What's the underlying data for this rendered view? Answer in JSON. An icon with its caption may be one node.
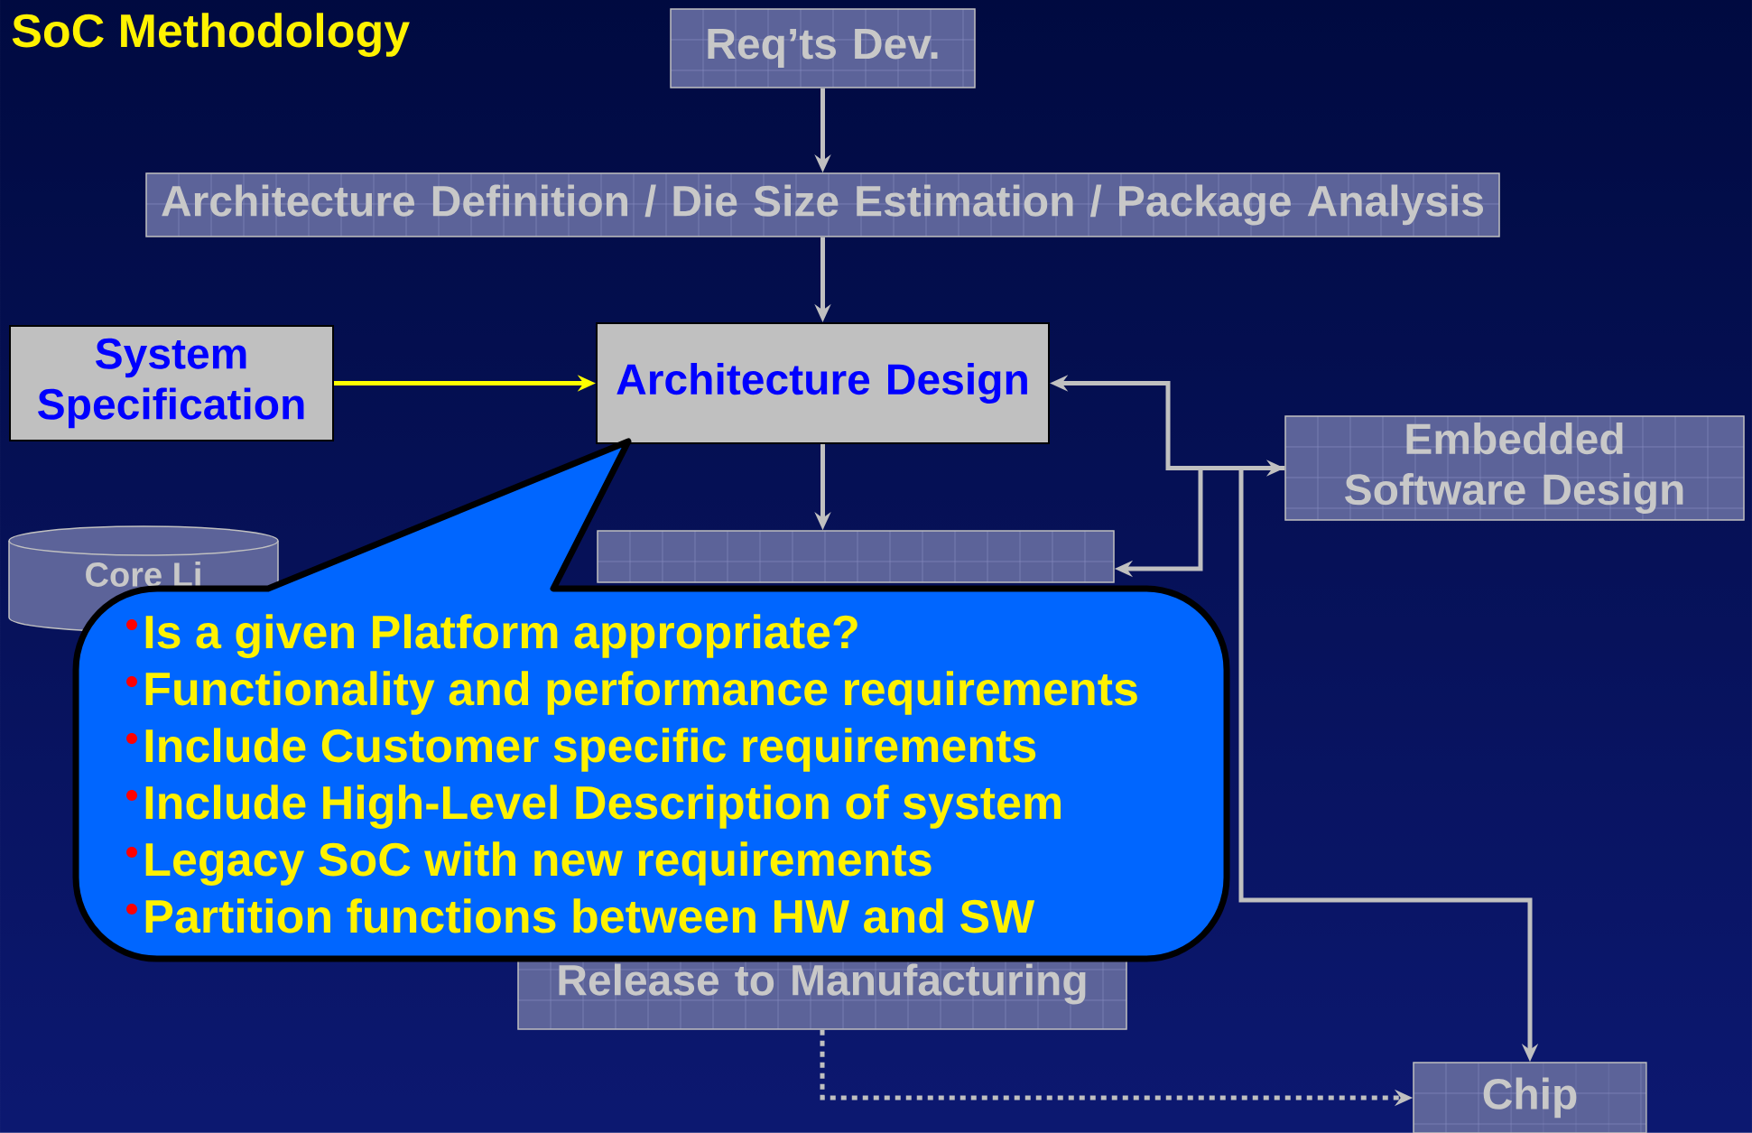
{
  "diagram": {
    "title": "SoC Methodology",
    "nodes": [
      {
        "text": [
          "Req’ts Dev."
        ]
      },
      {
        "text": [
          "Architecture Definition / Die Size Estimation / Package Analysis"
        ]
      },
      {
        "text": [
          "System Specification"
        ]
      },
      {
        "text": [
          "Architecture Design"
        ]
      },
      {
        "text": [
          "Embedded Software Design"
        ]
      },
      {
        "text": [
          "Core Li"
        ]
      },
      {
        "text": [],
        "shape": "box"
      },
      {
        "text": [
          "Release to Manufacturing"
        ]
      },
      {
        "text": [
          "Chip"
        ]
      },
      {
        "text": [
          "Is a given Platform appropriate?",
          "Functionality and performance requirements",
          "Include Customer specific requirements",
          "Include High-Level Description of system",
          "Legacy SoC with new requirements",
          "Partition functions between HW and SW"
        ]
      }
    ],
    "edges": [
      {
        "from": 0,
        "to": 1,
        "arrow": "to"
      },
      {
        "from": 1,
        "to": 3,
        "arrow": "to"
      },
      {
        "from": 2,
        "to": 3,
        "arrow": "to",
        "color": "#ffff00"
      },
      {
        "from": 3,
        "to": 6,
        "arrow": "to"
      },
      {
        "from": 3,
        "to": 4,
        "arrow": "both"
      },
      {
        "from": 4,
        "to": 6,
        "arrow": "to"
      },
      {
        "from": 4,
        "to": 8,
        "arrow": "to"
      },
      {
        "from": 7,
        "to": 8,
        "arrow": "to",
        "style": "dashed"
      }
    ]
  }
}
